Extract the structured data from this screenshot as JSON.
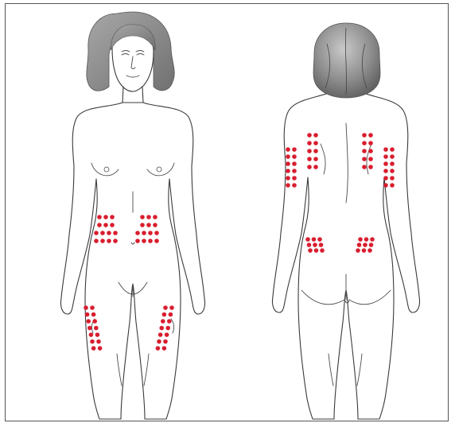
{
  "figure": {
    "subject": "injection-sites-front-and-back",
    "dot_color": "#d81e2f",
    "hair_color": "#8a8a8a",
    "outline_color": "#3a3a3a",
    "views": [
      {
        "name": "front",
        "site_groups": [
          "abdomen-left",
          "abdomen-right",
          "thigh-left",
          "thigh-right"
        ]
      },
      {
        "name": "back",
        "site_groups": [
          "upper-arm-left",
          "upper-arm-right",
          "upper-back-left",
          "upper-back-right",
          "lower-back-left",
          "lower-back-right"
        ]
      }
    ]
  }
}
